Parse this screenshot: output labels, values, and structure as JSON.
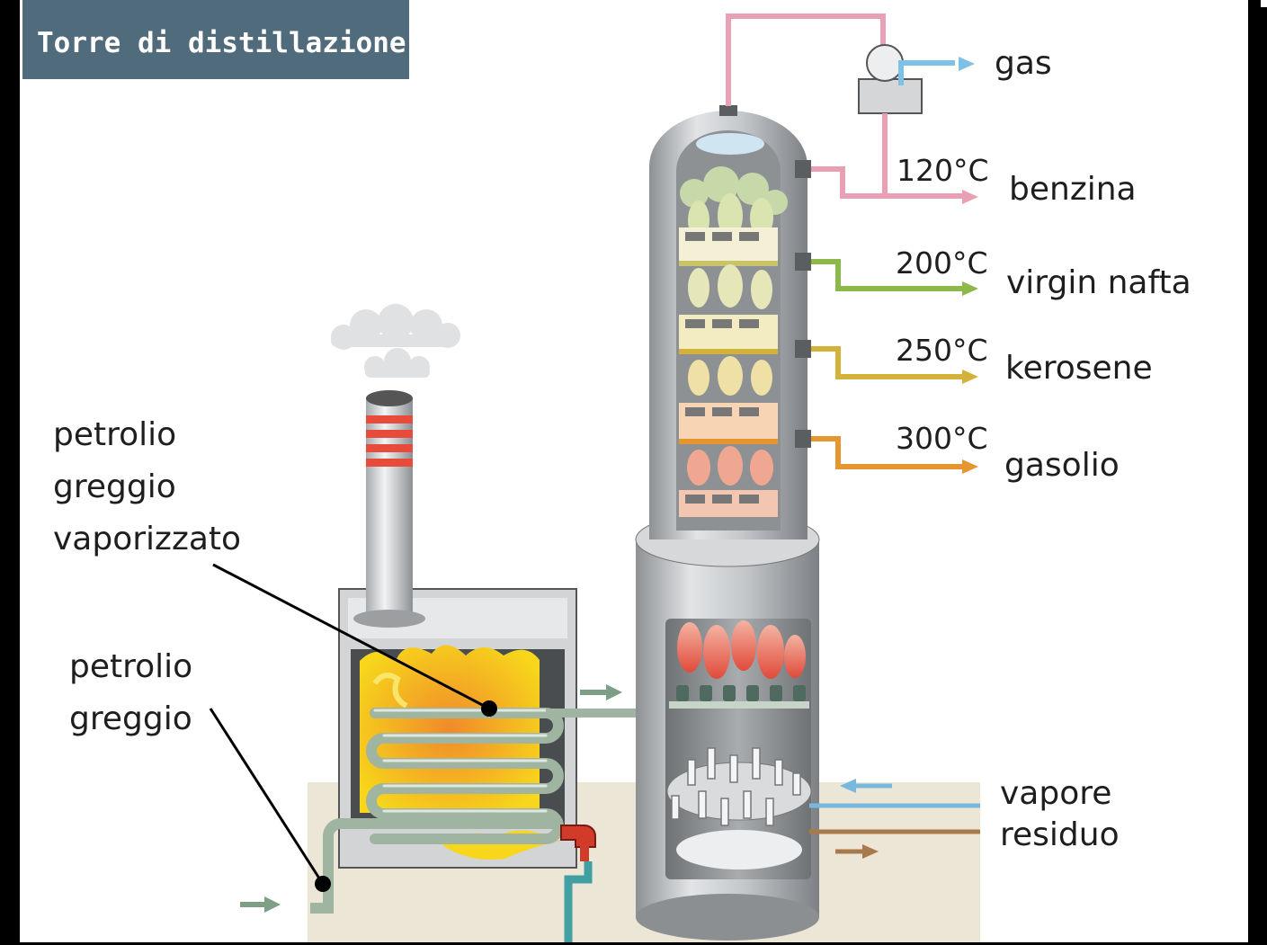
{
  "title": "Torre di distillazione",
  "labels": {
    "crude_vaporized": [
      "petrolio",
      "greggio",
      "vaporizzato"
    ],
    "crude": [
      "petrolio",
      "greggio"
    ]
  },
  "products": [
    {
      "name": "gas",
      "temp": "",
      "color": "#7ec1e6"
    },
    {
      "name": "benzina",
      "temp": "120°C",
      "color": "#e9a0b5"
    },
    {
      "name": "virgin nafta",
      "temp": "200°C",
      "color": "#8db84a"
    },
    {
      "name": "kerosene",
      "temp": "250°C",
      "color": "#d4b23a"
    },
    {
      "name": "gasolio",
      "temp": "300°C",
      "color": "#e5962e"
    }
  ],
  "bottom": {
    "steam": "vapore",
    "residue": "residuo"
  },
  "colors": {
    "steel": "#b9bcbf",
    "flame": "#f7d61b",
    "pipe_green": "#9fb5a1",
    "steam_blue": "#79b7dc",
    "residue_brown": "#a8794a",
    "title_bg": "#4f6b7c"
  }
}
